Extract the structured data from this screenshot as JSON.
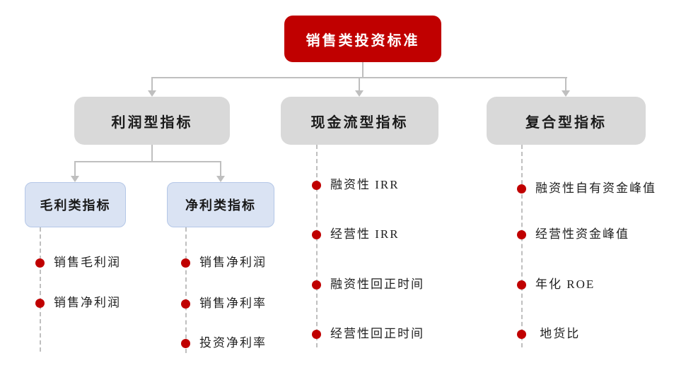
{
  "colors": {
    "accent_red": "#c00000",
    "box_gray": "#d9d9d9",
    "box_blue_fill": "#dae3f3",
    "box_blue_border": "#b4c7e7",
    "connector": "#bfbfbf"
  },
  "root": {
    "label": "销售类投资标准"
  },
  "branches": [
    {
      "label": "利润型指标",
      "children": [
        {
          "label": "毛利类指标",
          "items": [
            "销售毛利润",
            "销售净利润"
          ]
        },
        {
          "label": "净利类指标",
          "items": [
            "销售净利润",
            "销售净利率",
            "投资净利率"
          ]
        }
      ]
    },
    {
      "label": "现金流型指标",
      "items": [
        "融资性 IRR",
        "经营性 IRR",
        "融资性回正时间",
        "经营性回正时间"
      ]
    },
    {
      "label": "复合型指标",
      "items": [
        "融资性自有资金峰值",
        "经营性资金峰值",
        "年化 ROE",
        " 地货比"
      ]
    }
  ]
}
